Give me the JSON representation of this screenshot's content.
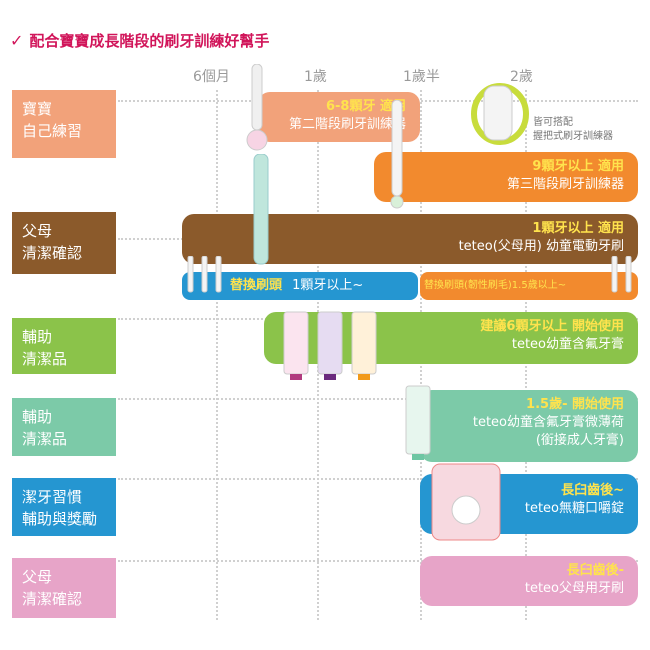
{
  "title": "配合寶寶成長階段的刷牙訓練好幫手",
  "check_icon": "✓",
  "columns": [
    "6個月",
    "1歲",
    "1歲半",
    "2歲"
  ],
  "rows": [
    {
      "label": "寶寶\n自己練習",
      "color": "#f2a27a"
    },
    {
      "label": "父母\n清潔確認",
      "color": "#8b5a2b"
    },
    {
      "label": "輔助\n清潔品",
      "color": "#8bc34a"
    },
    {
      "label": "輔助\n清潔品",
      "color": "#7ccaa8"
    },
    {
      "label": "潔牙習慣\n輔助與獎勵",
      "color": "#2596d1"
    },
    {
      "label": "父母\n清潔確認",
      "color": "#e7a4c8"
    }
  ],
  "bars": {
    "stage2": {
      "highlight": "6-8顆牙 適用",
      "text": "第二階段刷牙訓練器",
      "color": "#f2a27a",
      "hl_color": "#ffe34d"
    },
    "stage3": {
      "highlight": "9顆牙以上 適用",
      "text": "第三階段刷牙訓練器",
      "color": "#f28a2e",
      "hl_color": "#ffe34d"
    },
    "electric": {
      "highlight": "1顆牙以上 適用",
      "text": "teteo(父母用) 幼童電動牙刷",
      "color": "#8b5a2b",
      "hl_color": "#ffe34d"
    },
    "replace1": {
      "label": "替換刷頭",
      "text": "1顆牙以上~",
      "color": "#2596d1",
      "hl_color": "#ffe34d"
    },
    "replace2": {
      "text": "替換刷頭(韌性刷毛)1.5歲以上~",
      "color": "#f28a2e",
      "hl_color": "#ffe34d"
    },
    "paste": {
      "highlight": "建議6顆牙以上 開始使用",
      "text": "teteo幼童含氟牙膏",
      "color": "#8bc34a",
      "hl_color": "#ffe34d"
    },
    "mint": {
      "highlight": "1.5歲- 開始使用",
      "text1": "teteo幼童含氟牙膏微薄荷",
      "text2": "(銜接成人牙膏)",
      "color": "#7ccaa8",
      "hl_color": "#ffe34d"
    },
    "candy": {
      "highlight": "長臼齒後~",
      "text": "teteo無糖口嚼錠",
      "color": "#2596d1",
      "hl_color": "#ffe34d"
    },
    "parent_brush": {
      "highlight": "長臼齒後-",
      "text": "teteo父母用牙刷",
      "color": "#e7a4c8",
      "hl_color": "#ffe34d"
    }
  },
  "note": {
    "line1": "皆可搭配",
    "line2": "握把式刷牙訓練器"
  },
  "colors": {
    "grid": "#d0d0d0",
    "title": "#d1155a",
    "column_label": "#9a9a9a"
  }
}
